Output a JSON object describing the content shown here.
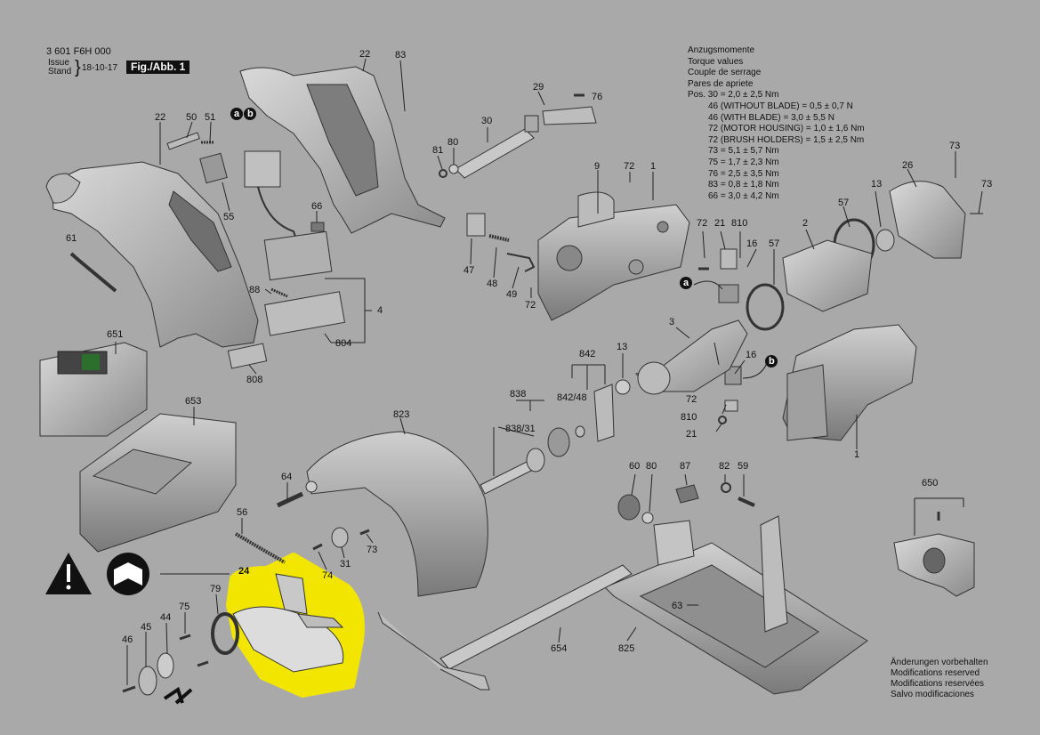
{
  "header": {
    "doc_number": "3 601 F6H 000",
    "issue_label": "Issue",
    "stand_label": "Stand",
    "issue_date": "18-10-17",
    "figure_label": "Fig./Abb. 1"
  },
  "torque_values": {
    "headings": [
      "Anzugsmomente",
      "Torque values",
      "Couple de serrage",
      "Pares de apriete"
    ],
    "first_line": "Pos. 30 = 2,0 ± 2,5 Nm",
    "lines": [
      "46 (WITHOUT BLADE) = 0,5 ± 0,7 N",
      "46 (WITH BLADE) = 3,0 ± 5,5 N",
      "72 (MOTOR HOUSING) = 1,0 ± 1,6 Nm",
      "72 (BRUSH HOLDERS) = 1,5 ± 2,5 Nm",
      "73 = 5,1 ± 5,7 Nm",
      "75 = 1,7 ± 2,3 Nm",
      "76 = 2,5 ± 3,5 Nm",
      "83 = 0,8 ± 1,8 Nm",
      "66 = 3,0 ± 4,2 Nm"
    ]
  },
  "footer_notes": [
    "Änderungen vorbehalten",
    "Modifications reserved",
    "Modifications reservées",
    "Salvo modificaciones"
  ],
  "part_labels": {
    "p22a": "22",
    "p22b": "22",
    "p83": "83",
    "p50": "50",
    "p51": "51",
    "a": "a",
    "b": "b",
    "p55": "55",
    "p61": "61",
    "p66": "66",
    "p88": "88",
    "p4": "4",
    "p804": "804",
    "p808": "808",
    "p29": "29",
    "p76": "76",
    "p30": "30",
    "p81": "81",
    "p80": "80",
    "p9": "9",
    "p72a": "72",
    "p1a": "1",
    "p47": "47",
    "p48": "48",
    "p49": "49",
    "p72b": "72",
    "p73a": "73",
    "p26": "26",
    "p73b": "73",
    "p13a": "13",
    "p57a": "57",
    "p2": "2",
    "p72c": "72",
    "p21a": "21",
    "p810a": "810",
    "p16a": "16",
    "p57b": "57",
    "a2": "a",
    "p3": "3",
    "p842": "842",
    "p13b": "13",
    "p16b": "16",
    "b2": "b",
    "p838": "838",
    "p842_48": "842/48",
    "p838_31": "838/31",
    "p72d": "72",
    "p810b": "810",
    "p21b": "21",
    "p1b": "1",
    "p651": "651",
    "p653": "653",
    "p823": "823",
    "p64": "64",
    "p56": "56",
    "p73c": "73",
    "p31": "31",
    "p74": "74",
    "p24": "24",
    "p79": "79",
    "p75": "75",
    "p44": "44",
    "p45": "45",
    "p46": "46",
    "p60": "60",
    "p80b": "80",
    "p87": "87",
    "p82": "82",
    "p59": "59",
    "p650": "650",
    "p63": "63",
    "p654": "654",
    "p825": "825"
  },
  "colors": {
    "background": "#a9a9a9",
    "highlight": "#f2e600",
    "ink": "#111111"
  }
}
